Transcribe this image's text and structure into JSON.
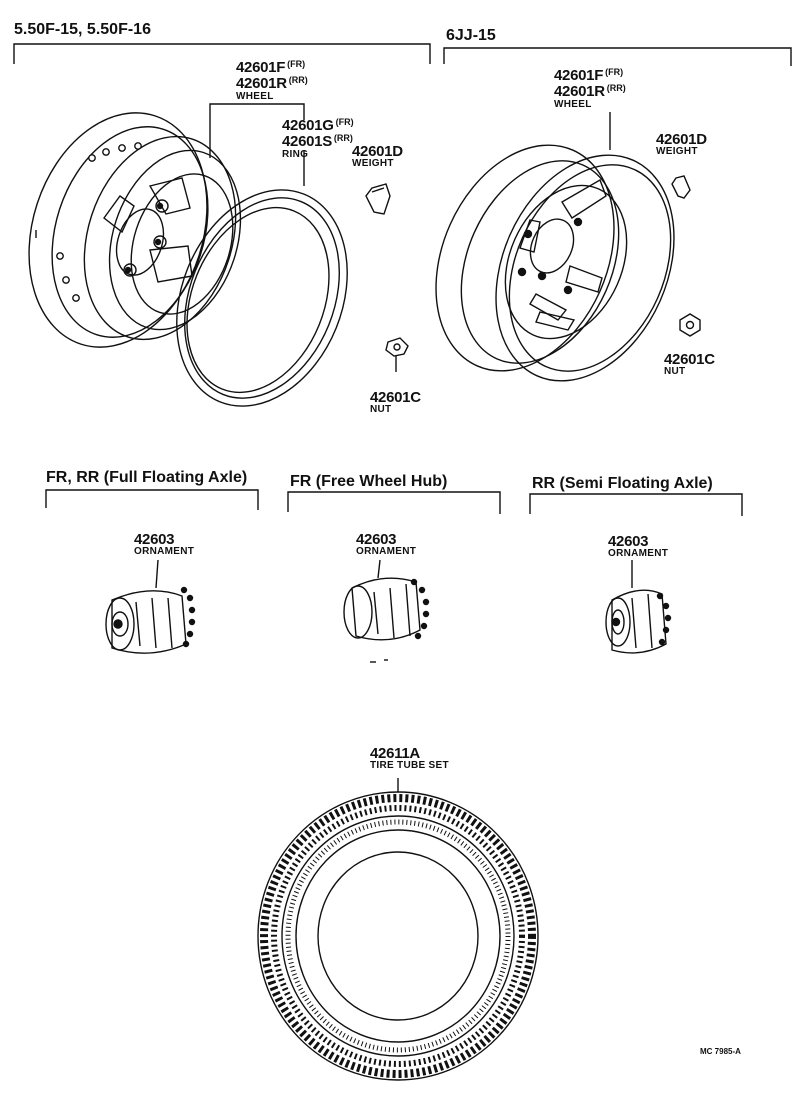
{
  "groups": {
    "left_wheel": "5.50F-15, 5.50F-16",
    "right_wheel": "6JJ-15",
    "full_floating": "FR, RR (Full Floating Axle)",
    "free_wheel": "FR (Free Wheel Hub)",
    "semi_floating": "RR (Semi Floating Axle)"
  },
  "parts": {
    "wheel_left": {
      "pn1": "42601F",
      "sup1": "(FR)",
      "pn2": "42601R",
      "sup2": "(RR)",
      "name": "WHEEL"
    },
    "ring": {
      "pn1": "42601G",
      "sup1": "(FR)",
      "pn2": "42601S",
      "sup2": "(RR)",
      "name": "RING"
    },
    "weight_left": {
      "pn": "42601D",
      "name": "WEIGHT"
    },
    "nut_left": {
      "pn": "42601C",
      "name": "NUT"
    },
    "wheel_right": {
      "pn1": "42601F",
      "sup1": "(FR)",
      "pn2": "42601R",
      "sup2": "(RR)",
      "name": "WHEEL"
    },
    "weight_right": {
      "pn": "42601D",
      "name": "WEIGHT"
    },
    "nut_right": {
      "pn": "42601C",
      "name": "NUT"
    },
    "ornament_1": {
      "pn": "42603",
      "name": "ORNAMENT"
    },
    "ornament_2": {
      "pn": "42603",
      "name": "ORNAMENT"
    },
    "ornament_3": {
      "pn": "42603",
      "name": "ORNAMENT"
    },
    "tire": {
      "pn": "42611A",
      "name": "TIRE TUBE SET"
    }
  },
  "figure_code": "MC 7985-A"
}
